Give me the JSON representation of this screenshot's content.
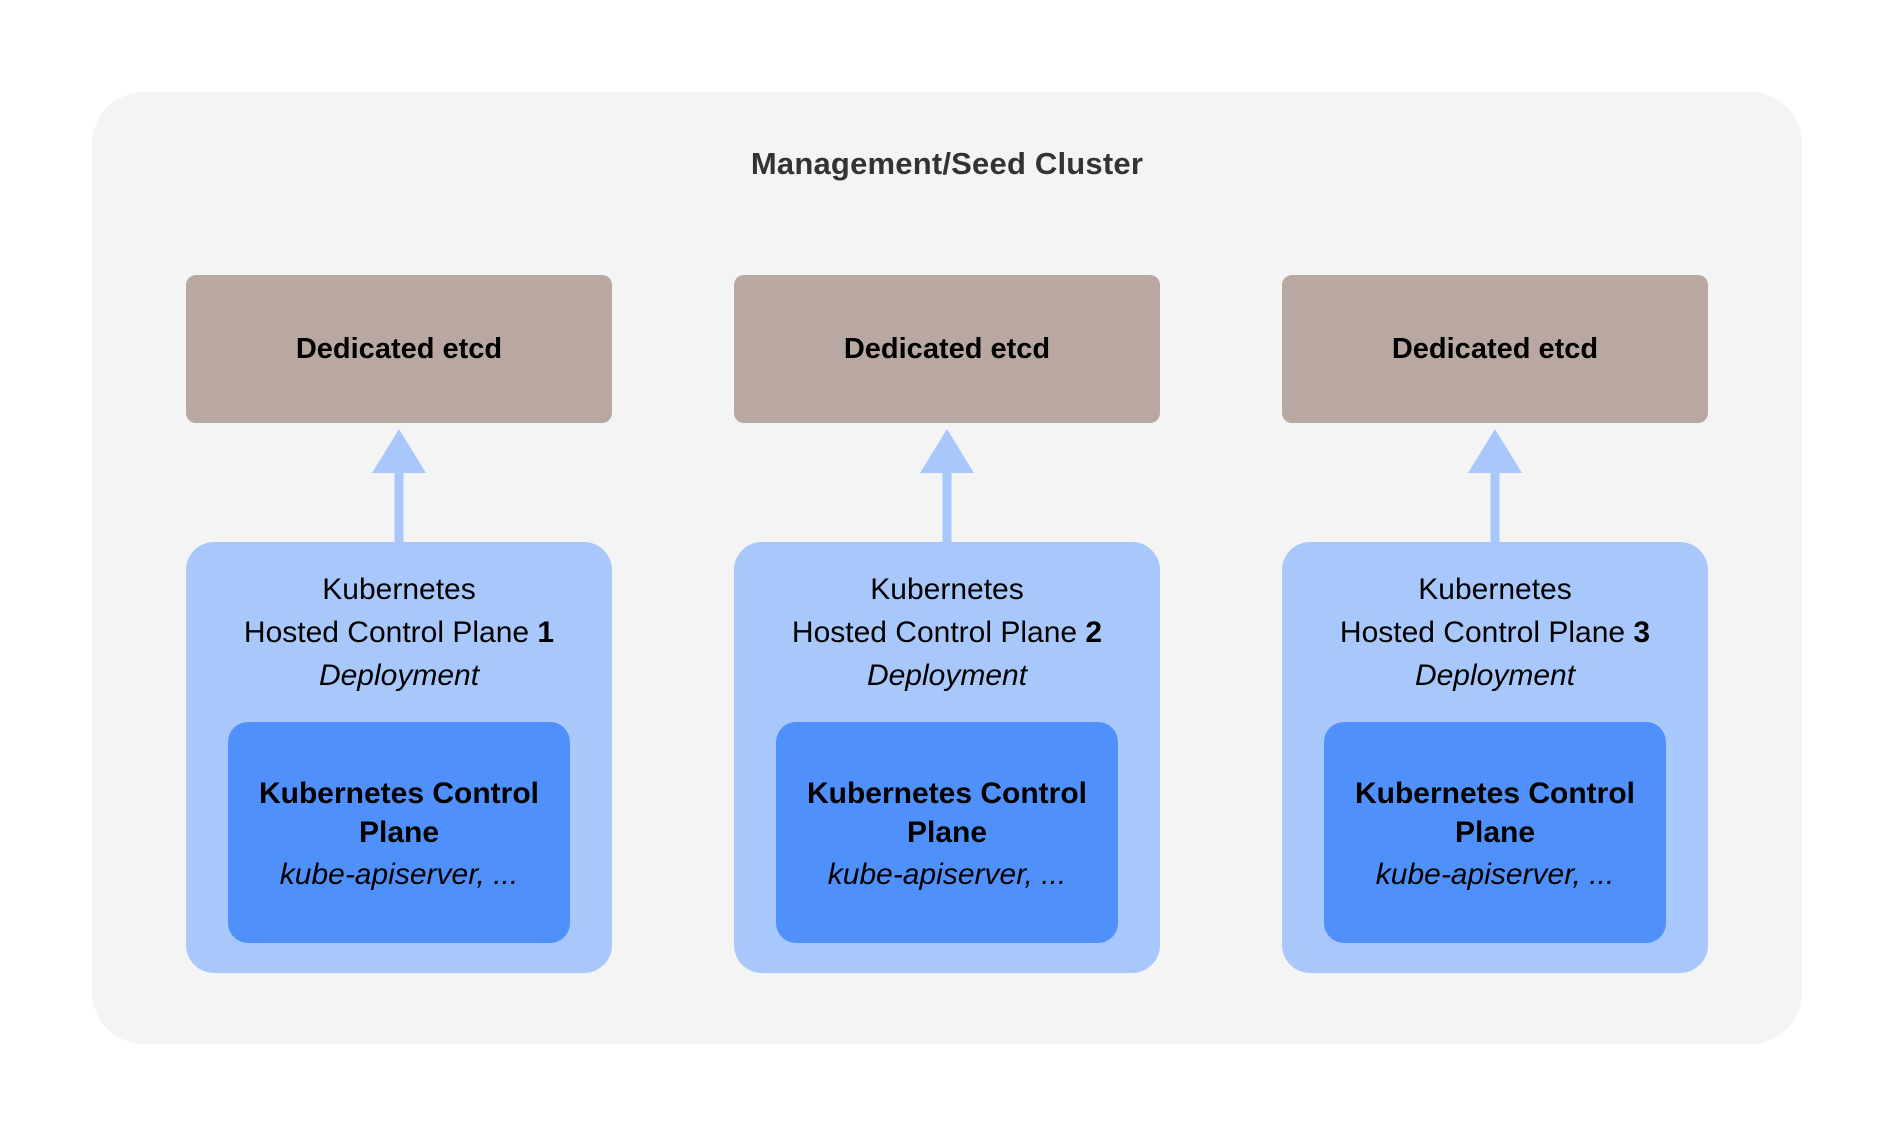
{
  "cluster": {
    "title": "Management/Seed Cluster",
    "background_color": "#f4f4f4"
  },
  "colors": {
    "etcd_box": "#b9a8a2",
    "hosted_control_plane_box": "#a8c8fb",
    "control_plane_box": "#4f90fa",
    "arrow": "#a8c8fb",
    "title_text": "#333333",
    "body_text": "#000000",
    "page_background": "#ffffff"
  },
  "arrow": {
    "direction": "up",
    "semantic": "arrow-up-icon",
    "description": "Hosted Control Plane points to Dedicated etcd"
  },
  "columns": [
    {
      "index": "1",
      "etcd": {
        "label": "Dedicated etcd"
      },
      "hosted_control_plane": {
        "line1": "Kubernetes",
        "line2_prefix": "Hosted Control Plane ",
        "line2_number": "1",
        "kind": "Deployment"
      },
      "control_plane": {
        "title": "Kubernetes Control Plane",
        "components": "kube-apiserver, ..."
      }
    },
    {
      "index": "2",
      "etcd": {
        "label": "Dedicated etcd"
      },
      "hosted_control_plane": {
        "line1": "Kubernetes",
        "line2_prefix": "Hosted Control Plane ",
        "line2_number": "2",
        "kind": "Deployment"
      },
      "control_plane": {
        "title": "Kubernetes Control Plane",
        "components": "kube-apiserver, ..."
      }
    },
    {
      "index": "3",
      "etcd": {
        "label": "Dedicated etcd"
      },
      "hosted_control_plane": {
        "line1": "Kubernetes",
        "line2_prefix": "Hosted Control Plane ",
        "line2_number": "3",
        "kind": "Deployment"
      },
      "control_plane": {
        "title": "Kubernetes Control Plane",
        "components": "kube-apiserver, ..."
      }
    }
  ]
}
